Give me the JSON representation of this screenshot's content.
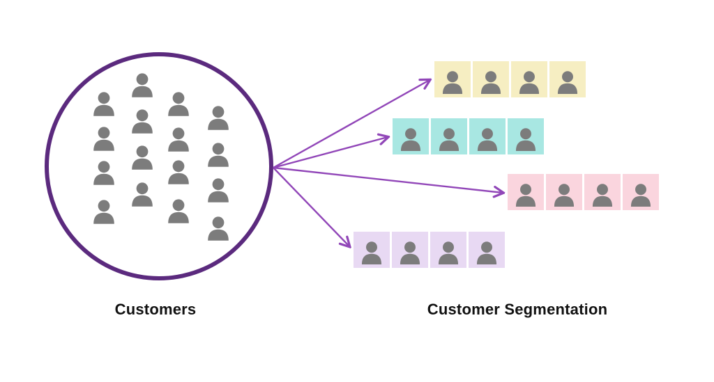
{
  "page": {
    "background_color": "#FFFFFF"
  },
  "diagram": {
    "customers": {
      "label": "Customers",
      "icon_count": 16,
      "circle_color": "#5B2A7E",
      "icon_color": "#7C7C7C"
    },
    "segmentation": {
      "label": "Customer Segmentation",
      "arrow_color": "#9146B8",
      "segments": [
        {
          "name": "segment-yellow",
          "color": "#F6EEC2",
          "icon_count": 4
        },
        {
          "name": "segment-teal",
          "color": "#A8E7E2",
          "icon_count": 4
        },
        {
          "name": "segment-pink",
          "color": "#FAD5DE",
          "icon_count": 4
        },
        {
          "name": "segment-lavender",
          "color": "#E8D9F3",
          "icon_count": 4
        }
      ]
    }
  }
}
